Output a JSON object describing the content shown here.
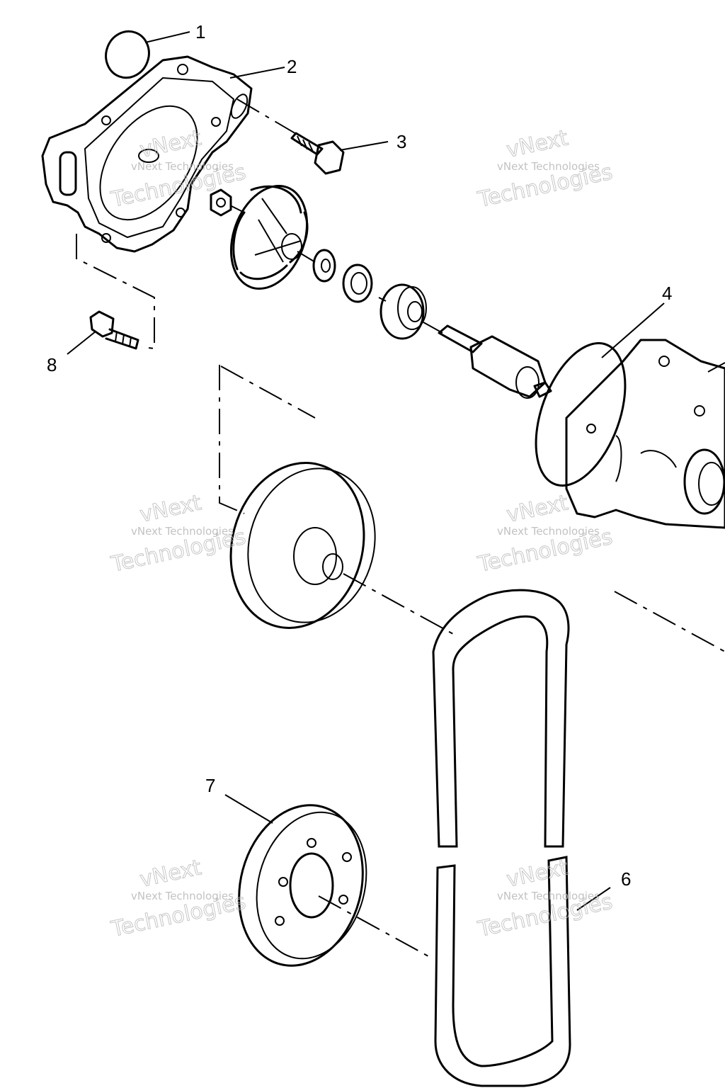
{
  "callouts": [
    {
      "id": "1",
      "label": "1"
    },
    {
      "id": "2",
      "label": "2"
    },
    {
      "id": "3",
      "label": "3"
    },
    {
      "id": "4",
      "label": "4"
    },
    {
      "id": "6",
      "label": "6"
    },
    {
      "id": "7",
      "label": "7"
    },
    {
      "id": "8",
      "label": "8"
    }
  ],
  "watermark": {
    "line1": "vNext Technologies",
    "line2": "vNext",
    "line3": "Technologies"
  }
}
